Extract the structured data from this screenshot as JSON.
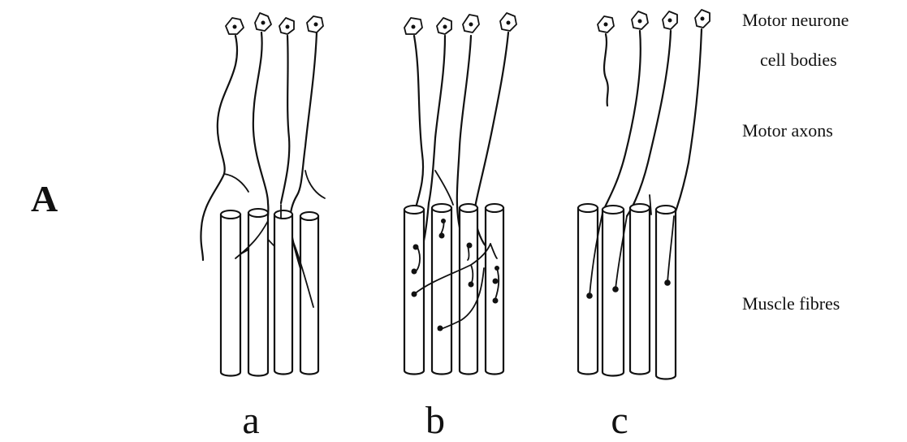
{
  "figure_label": "A",
  "panels": [
    {
      "id": "a",
      "caption": "a"
    },
    {
      "id": "b",
      "caption": "b"
    },
    {
      "id": "c",
      "caption": "c"
    }
  ],
  "side_labels": {
    "cell_bodies_line1": "Motor neurone",
    "cell_bodies_line2": "cell bodies",
    "axons": "Motor axons",
    "fibres": "Muscle fibres"
  }
}
